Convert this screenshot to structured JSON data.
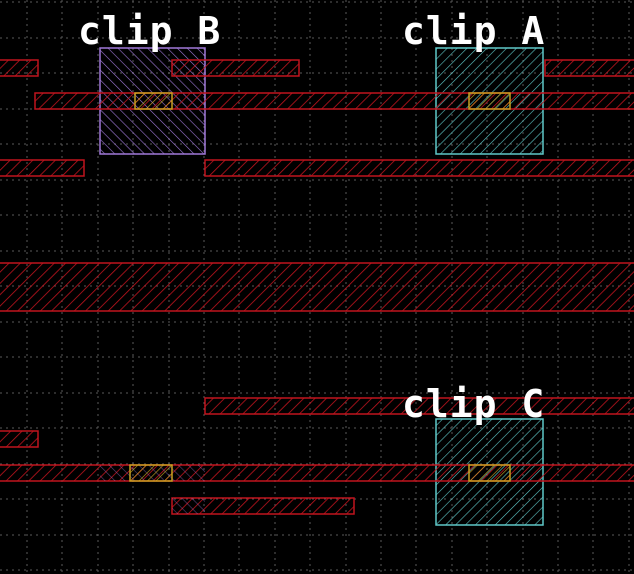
{
  "labels": {
    "clip_a": "clip A",
    "clip_b": "clip B",
    "clip_c": "clip C"
  },
  "colors": {
    "background": "#000000",
    "grid": "#5a5a5a",
    "metal_wire": "#c0141e",
    "via": "#c8a020",
    "clip_a": "#5fc8c8",
    "clip_b": "#a078d8",
    "clip_c": "#5fc8c8"
  },
  "grid": {
    "visible": true,
    "style": "dotted"
  },
  "layers": [
    "metal-wire",
    "via",
    "clip-window"
  ]
}
